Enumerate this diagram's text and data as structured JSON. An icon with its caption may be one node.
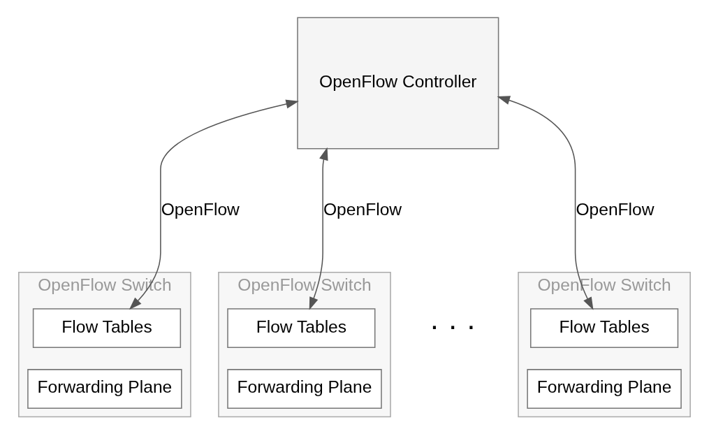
{
  "diagram": {
    "nodes": [
      {
        "text": [
          "OpenFlow Controller"
        ]
      },
      {
        "text": [
          "OpenFlow Switch"
        ]
      },
      {
        "text": [
          "Flow Tables"
        ],
        "in": 1
      },
      {
        "text": [
          "Forwarding Plane"
        ],
        "in": 1
      },
      {
        "text": [
          "OpenFlow Switch"
        ]
      },
      {
        "text": [
          "Flow Tables"
        ],
        "in": 4
      },
      {
        "text": [
          "Forwarding Plane"
        ],
        "in": 4
      },
      {
        "text": [
          "OpenFlow Switch"
        ]
      },
      {
        "text": [
          "Flow Tables"
        ],
        "in": 7
      },
      {
        "text": [
          "Forwarding Plane"
        ],
        "in": 7
      }
    ],
    "edges": [
      {
        "from": 0,
        "to": 2,
        "arrow": "both",
        "label": "OpenFlow"
      },
      {
        "from": 0,
        "to": 5,
        "arrow": "both",
        "label": "OpenFlow"
      },
      {
        "from": 0,
        "to": 8,
        "arrow": "both",
        "label": "OpenFlow"
      }
    ],
    "labels": [
      "· · ·"
    ]
  }
}
